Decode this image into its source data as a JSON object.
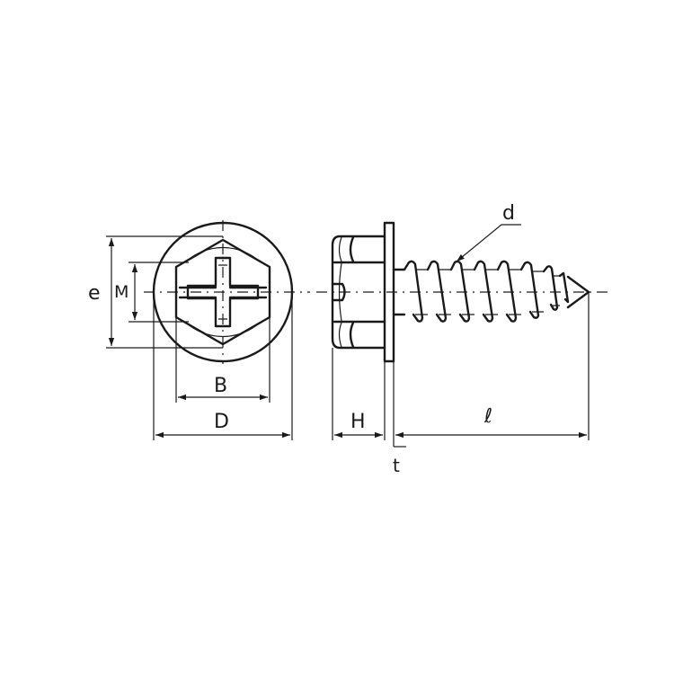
{
  "diagram": {
    "labels": {
      "e": "e",
      "M": "M",
      "B": "B",
      "D": "D",
      "H": "H",
      "t": "t",
      "l": "ℓ",
      "d": "d"
    }
  }
}
